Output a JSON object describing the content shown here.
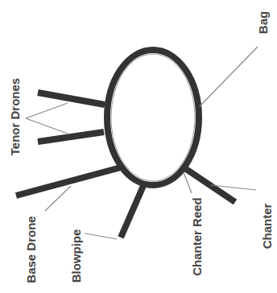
{
  "diagram": {
    "labels": [
      "Tenor Drones",
      "Bag",
      "Base Drone",
      "Blowpipe",
      "Chanter Reed",
      "Chanter"
    ]
  }
}
